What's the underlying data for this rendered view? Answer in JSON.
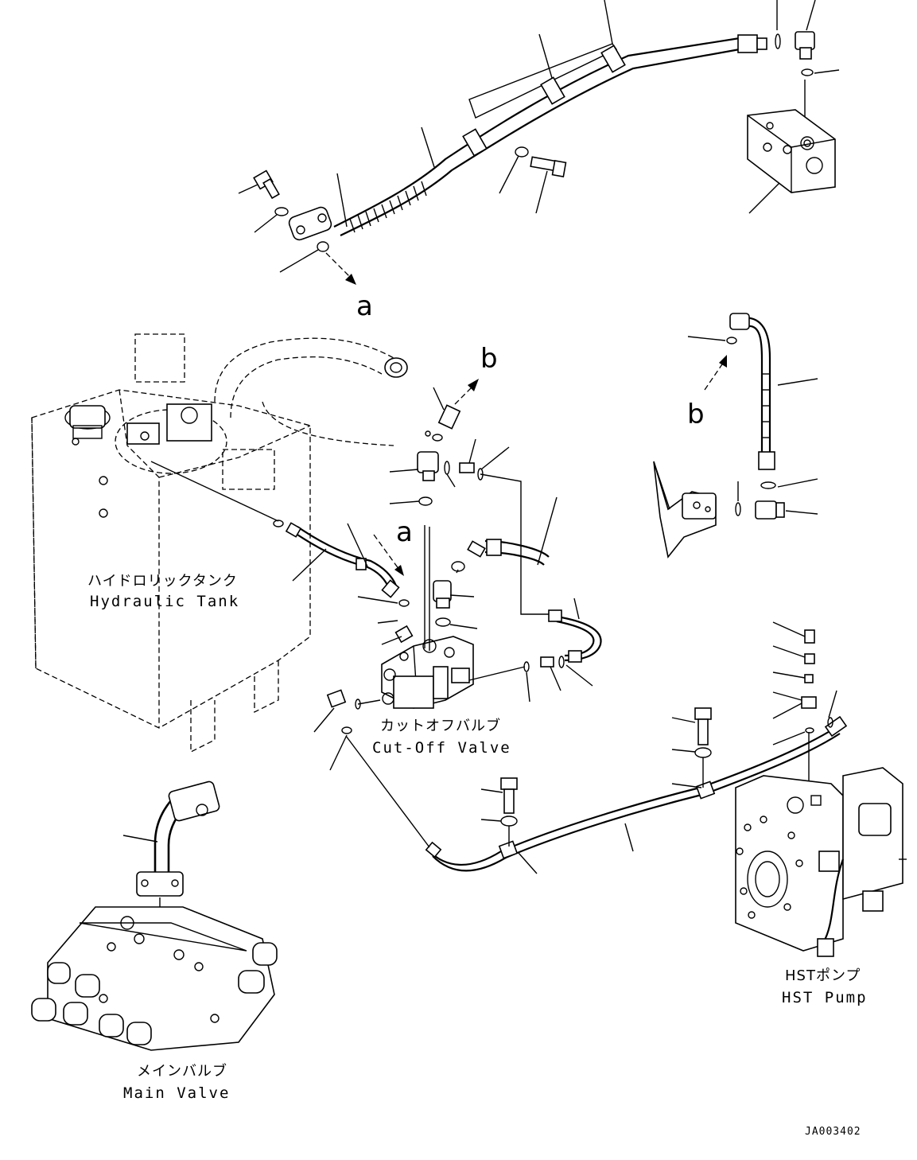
{
  "components": {
    "hydraulic_tank": {
      "label_jp": "ハイドロリックタンク",
      "label_en": "Hydraulic Tank"
    },
    "cut_off_valve": {
      "label_jp": "カットオフバルブ",
      "label_en": "Cut-Off Valve"
    },
    "main_valve": {
      "label_jp": "メインバルブ",
      "label_en": "Main Valve"
    },
    "hst_pump": {
      "label_jp": "HSTポンプ",
      "label_en": "HST Pump"
    }
  },
  "connection_markers": {
    "a_top": "a",
    "a_center": "a",
    "b_center": "b",
    "b_right": "b"
  },
  "drawing_code": "JA003402"
}
